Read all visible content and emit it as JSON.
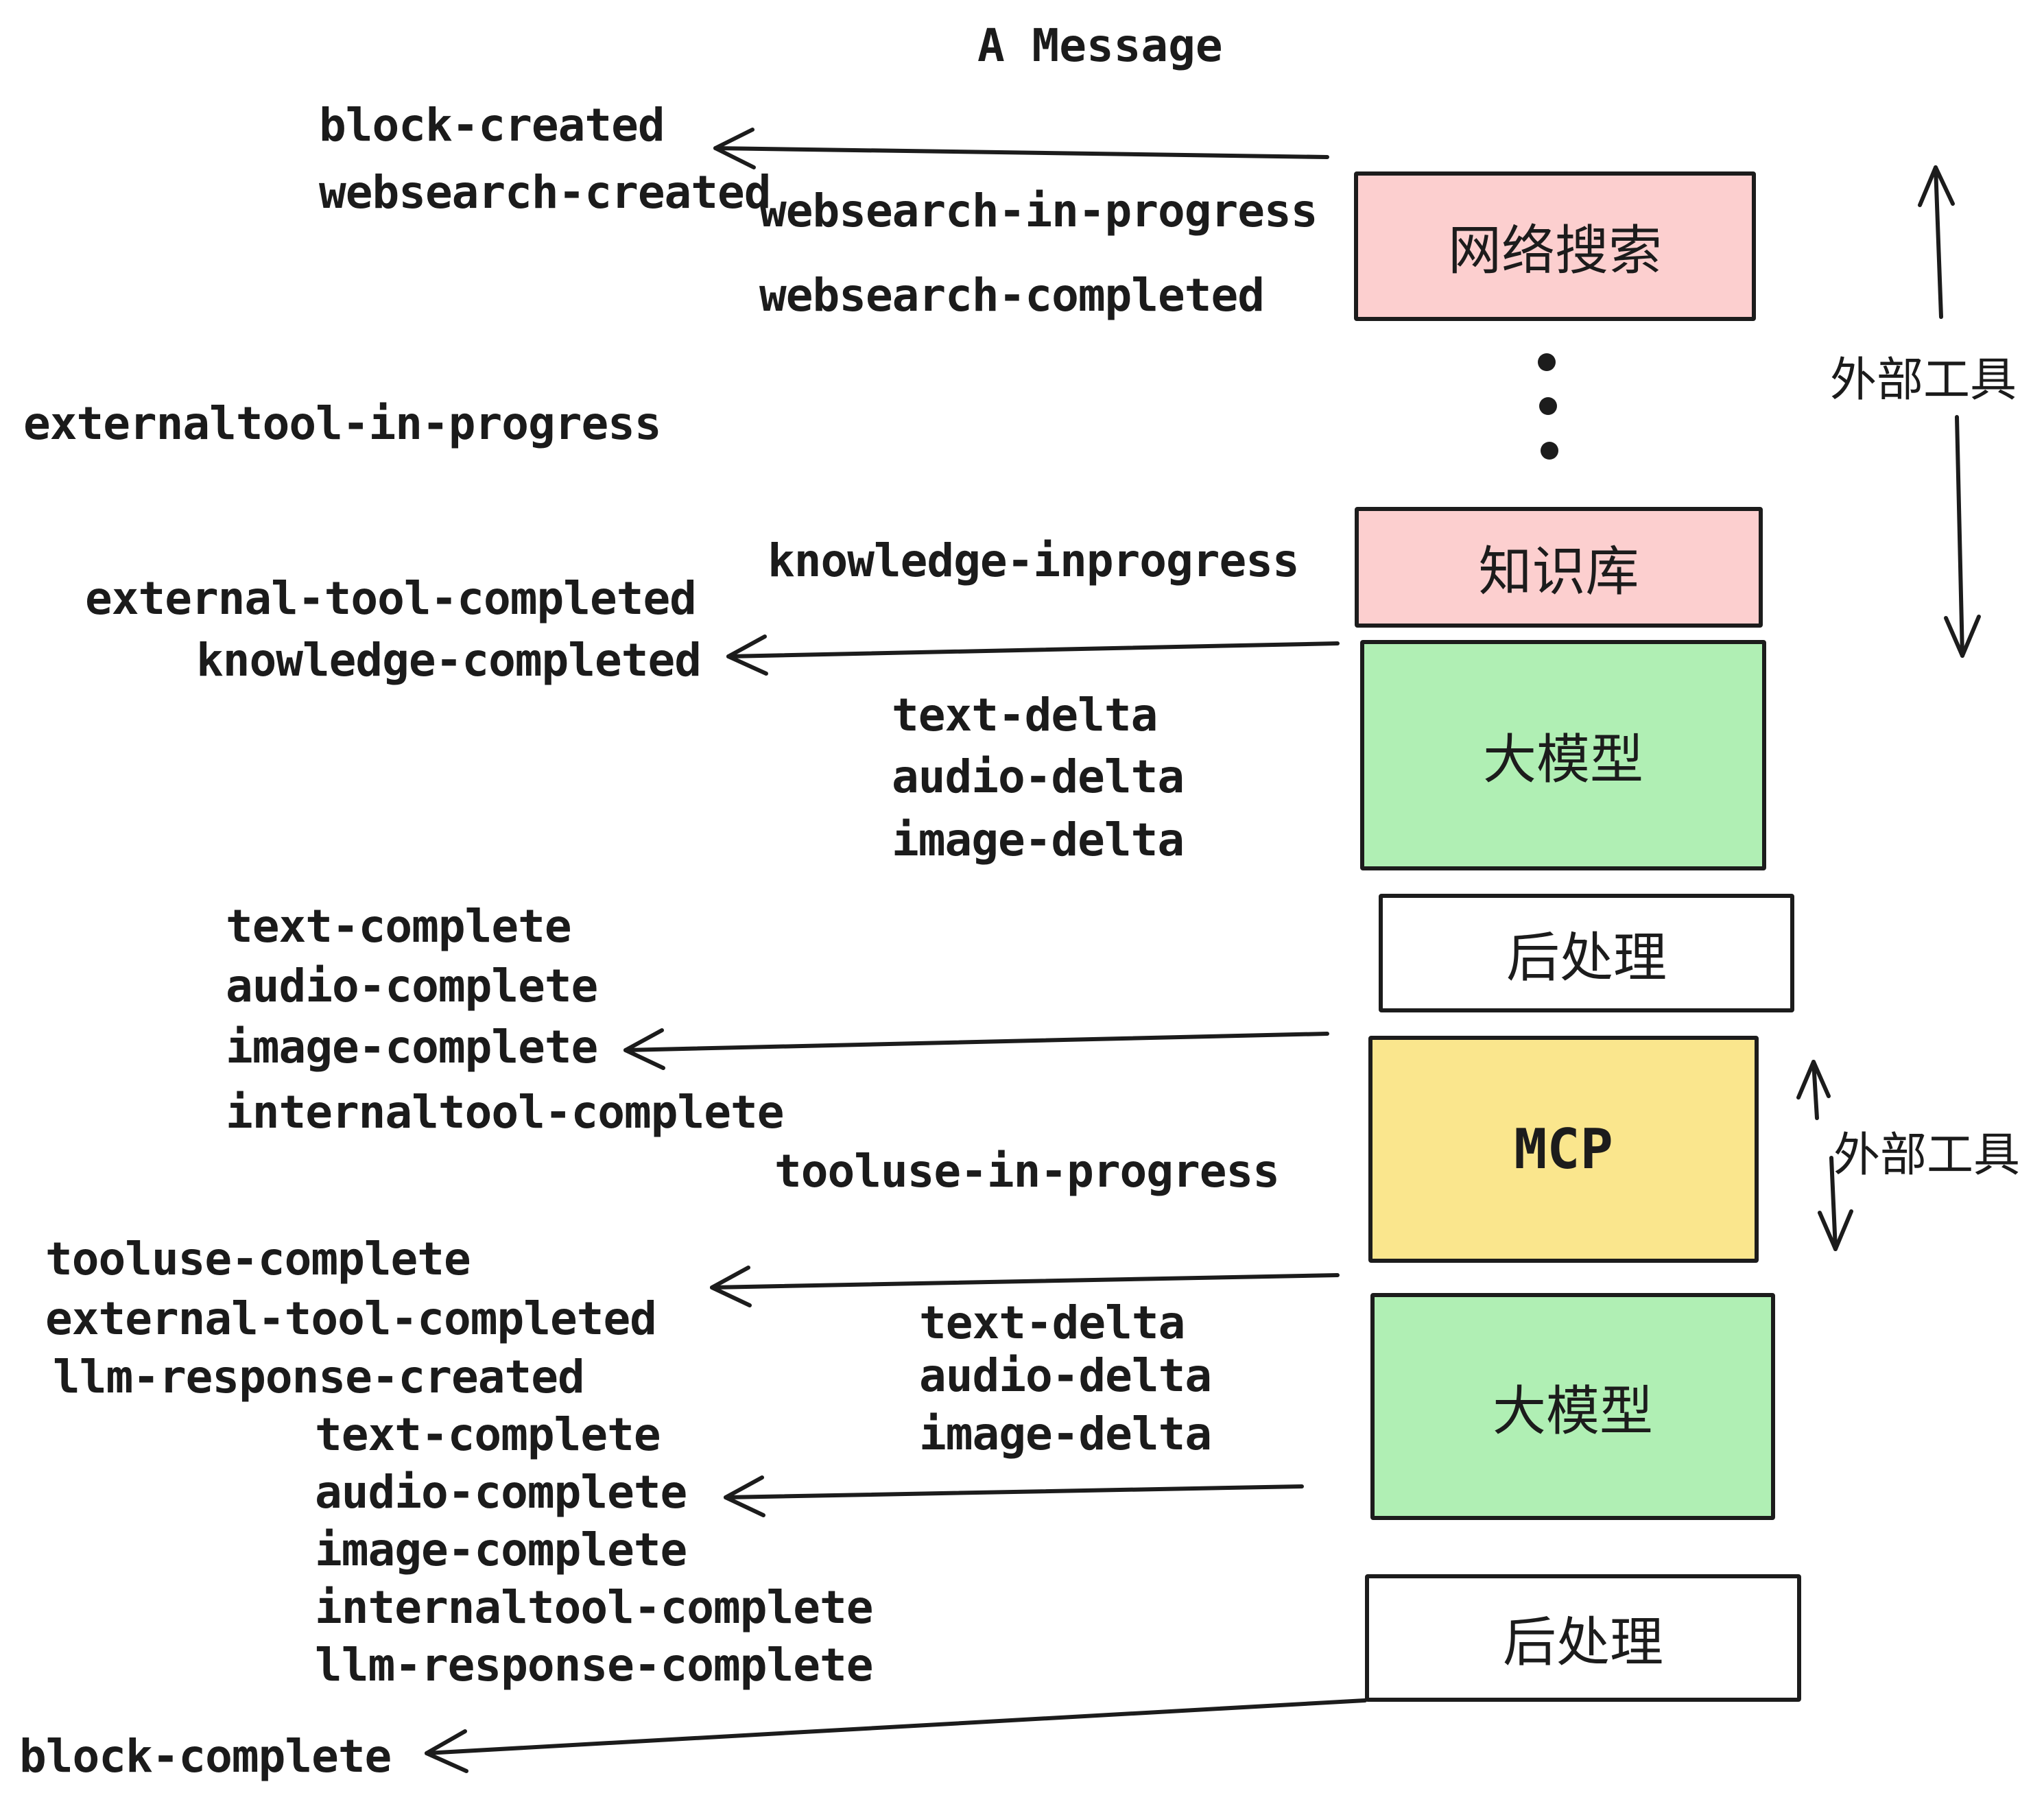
{
  "title": "A Message",
  "colors": {
    "background": "#ffffff",
    "stroke": "#1c1c1c",
    "box_pink": "#fccfcf",
    "box_green": "#b0efb4",
    "box_yellow": "#fae68d",
    "box_white": "#ffffff",
    "text": "#1b1b1b"
  },
  "boxes": {
    "websearch": {
      "label": "网络搜索"
    },
    "knowledge": {
      "label": "知识库"
    },
    "llm_top": {
      "label": "大模型"
    },
    "post_top": {
      "label": "后处理"
    },
    "mcp": {
      "label": "MCP"
    },
    "llm_bottom": {
      "label": "大模型"
    },
    "post_bottom": {
      "label": "后处理"
    }
  },
  "side_labels": {
    "external_tools_top": "外部工具",
    "external_tools_bottom": "外部工具"
  },
  "events": {
    "block_created": "block-created",
    "websearch_created": "websearch-created",
    "websearch_in_progress": "websearch-in-progress",
    "websearch_completed": "websearch-completed",
    "externaltool_in_progress": "externaltool-in-progress",
    "knowledge_inprogress": "knowledge-inprogress",
    "external_tool_completed": "external-tool-completed",
    "knowledge_completed": "knowledge-completed",
    "text_delta": "text-delta",
    "audio_delta": "audio-delta",
    "image_delta": "image-delta",
    "text_complete": "text-complete",
    "audio_complete": "audio-complete",
    "image_complete": "image-complete",
    "internaltool_complete": "internaltool-complete",
    "tooluse_in_progress": "tooluse-in-progress",
    "tooluse_complete": "tooluse-complete",
    "external_tool_completed_2": "external-tool-completed",
    "llm_response_created": "llm-response-created",
    "text_complete_2": "text-complete",
    "audio_complete_2": "audio-complete",
    "image_complete_2": "image-complete",
    "internaltool_complete_2": "internaltool-complete",
    "llm_response_complete": "llm-response-complete",
    "text_delta_2": "text-delta",
    "audio_delta_2": "audio-delta",
    "image_delta_2": "image-delta",
    "block_complete": "block-complete"
  }
}
